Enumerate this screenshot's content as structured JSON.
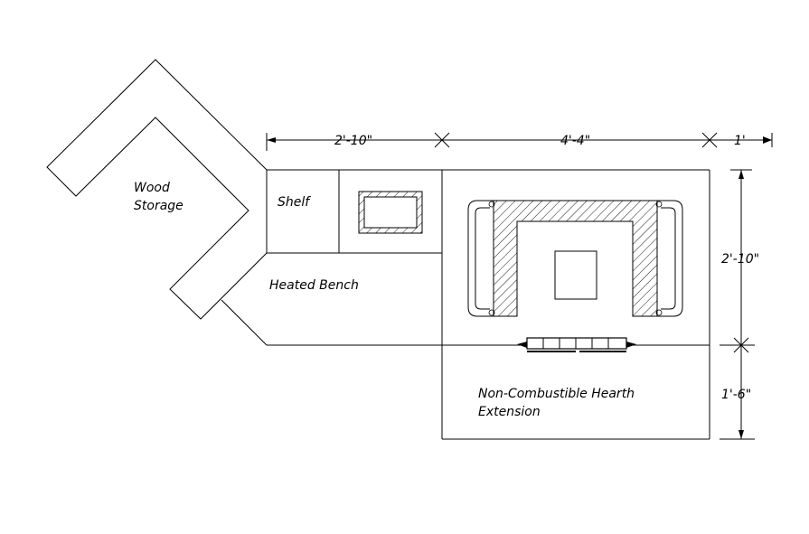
{
  "labels": {
    "wood_storage_line1": "Wood",
    "wood_storage_line2": "Storage",
    "shelf": "Shelf",
    "heated_bench": "Heated Bench",
    "hearth_line1": "Non-Combustible Hearth",
    "hearth_line2": "Extension"
  },
  "dimensions": {
    "shelf_width": "2'-10\"",
    "heater_width": "4'-4\"",
    "right_offset": "1'",
    "heater_depth": "2'-10\"",
    "hearth_depth": "1'-6\""
  }
}
